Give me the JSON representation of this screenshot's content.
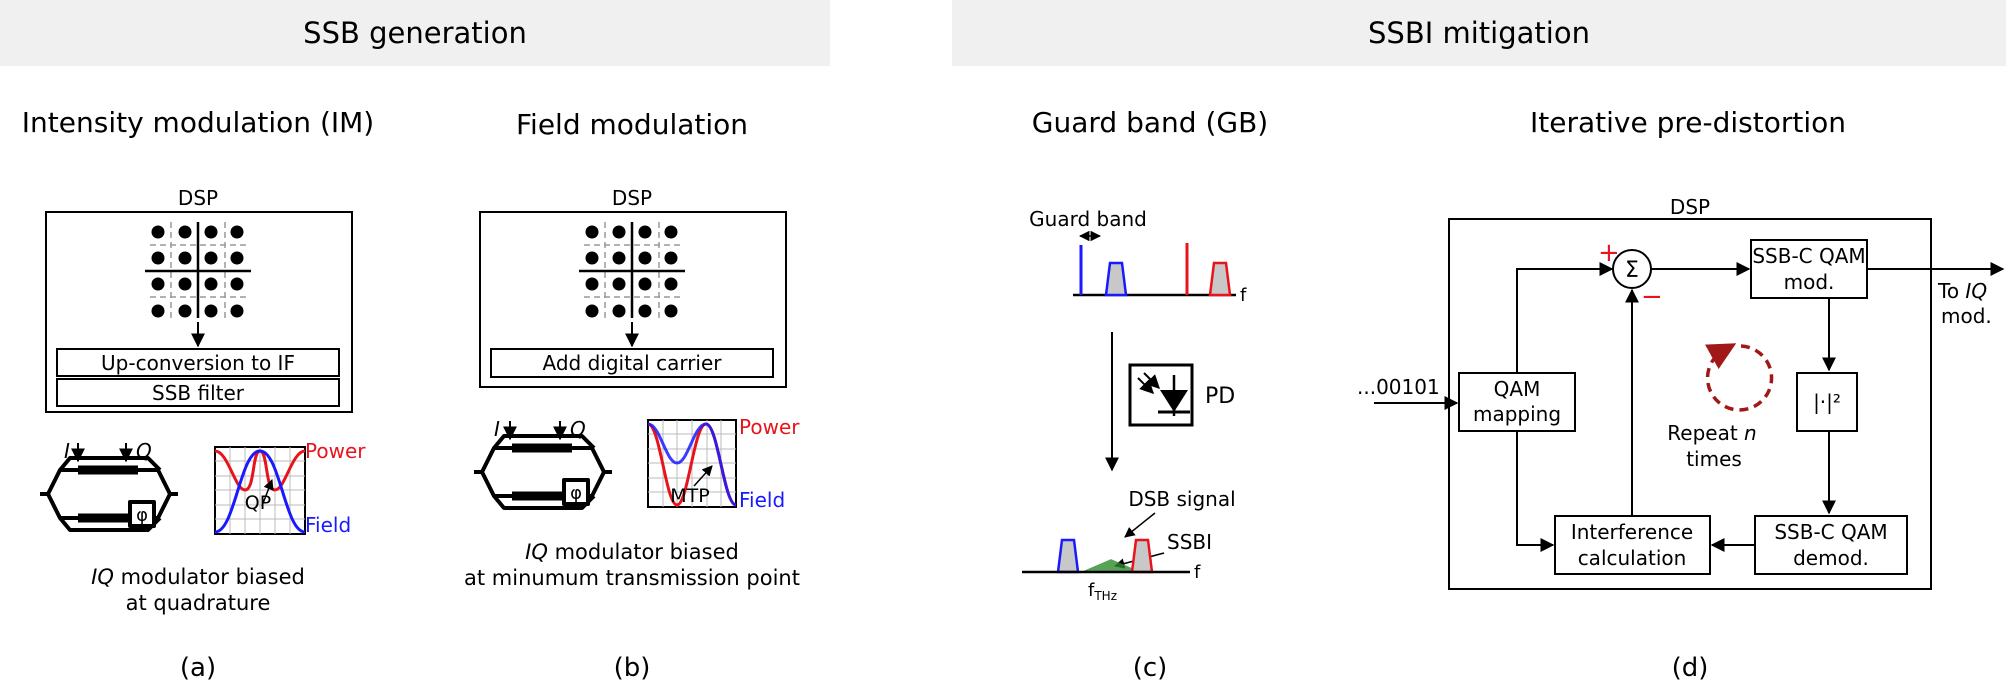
{
  "header": {
    "left_title": "SSB generation",
    "right_title": "SSBI mitigation"
  },
  "panel_a": {
    "title": "Intensity modulation (IM)",
    "dsp_label": "DSP",
    "box_upconversion": "Up-conversion to IF",
    "box_ssb_filter": "SSB filter",
    "i_label": "I",
    "q_label": "Q",
    "phase_symbol": "φ",
    "power_label": "Power",
    "field_label": "Field",
    "bias_point": "QP",
    "caption_iq": "IQ",
    "caption_line1_rest": " modulator biased",
    "caption_line2": "at quadrature",
    "letter": "(a)"
  },
  "panel_b": {
    "title": "Field modulation",
    "dsp_label": "DSP",
    "box_carrier": "Add digital carrier",
    "i_label": "I",
    "q_label": "Q",
    "phase_symbol": "φ",
    "power_label": "Power",
    "field_label": "Field",
    "bias_point": "MTP",
    "caption_iq": "IQ",
    "caption_line1_rest": " modulator biased",
    "caption_line2": "at minumum transmission point",
    "letter": "(b)"
  },
  "panel_c": {
    "title": "Guard band (GB)",
    "guard_band_label": "Guard band",
    "freq_label_top": "f",
    "pd_label": "PD",
    "dsb_label": "DSB signal",
    "ssbi_label": "SSBI",
    "freq_label_bottom": "f",
    "fthz_main": "f",
    "fthz_sub": "THz",
    "letter": "(c)"
  },
  "panel_d": {
    "title": "Iterative pre-distortion",
    "dsp_label": "DSP",
    "input_bits": "...00101",
    "sum_symbol": "Σ",
    "plus": "+",
    "minus": "−",
    "qam_mapping_1": "QAM",
    "qam_mapping_2": "mapping",
    "ssbc_mod_1": "SSB-C QAM",
    "ssbc_mod_2": "mod.",
    "abs_sq": "|·|²",
    "ssbc_demod_1": "SSB-C QAM",
    "ssbc_demod_2": "demod.",
    "interference_1": "Interference",
    "interference_2": "calculation",
    "repeat_1": "Repeat",
    "repeat_n": "n",
    "repeat_2": "times",
    "to_1": "To",
    "to_iq": "IQ",
    "to_2": "mod.",
    "letter": "(d)"
  },
  "colors": {
    "power_curve": "#e8141c",
    "field_curve": "#1a1aff",
    "carrier_blue": "#1a1aff",
    "carrier_red": "#e8141c",
    "sideband_fill": "#c8c8c8",
    "ssbi_green": "#2e8b2e",
    "sum_plus": "#e8141c",
    "sum_minus": "#e8141c",
    "repeat_arrow": "#a01818",
    "banner_bg": "#f0f0f0"
  }
}
